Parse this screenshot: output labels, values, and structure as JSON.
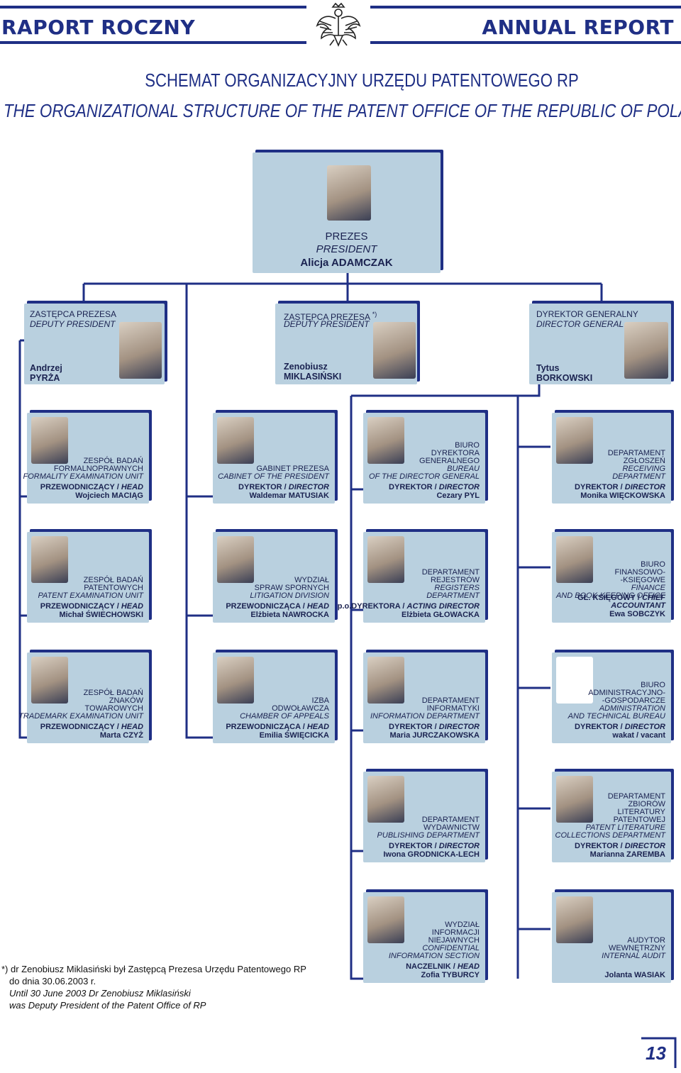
{
  "header": {
    "left": "RAPORT ROCZNY",
    "right": "ANNUAL REPORT",
    "emblem": "white-eagle-emblem"
  },
  "title_pl": "SCHEMAT  ORGANIZACYJNY  URZĘDU  PATENTOWEGO RP",
  "title_en": "THE  ORGANIZATIONAL  STRUCTURE  OF  THE   PATENT  OFFICE  OF  THE  REPUBLIC  OF  POLAND",
  "colors": {
    "accent": "#1f2f85",
    "box": "#b9d0df"
  },
  "president": {
    "role_pl": "PREZES",
    "role_en": "PRESIDENT",
    "name": "Alicja ADAMCZAK"
  },
  "deputies": [
    {
      "role_pl": "ZASTĘPCA PREZESA",
      "role_en": "DEPUTY PRESIDENT",
      "first": "Andrzej",
      "last": "PYRŻA",
      "mark": ""
    },
    {
      "role_pl": "ZASTĘPCA PREZESA",
      "role_en": "DEPUTY PRESIDENT",
      "first": "Zenobiusz",
      "last": "MIKLASIŃSKI",
      "mark": "*)"
    },
    {
      "role_pl": "DYREKTOR GENERALNY",
      "role_en": "DIRECTOR GENERAL",
      "first": "Tytus",
      "last": "BORKOWSKI",
      "mark": ""
    }
  ],
  "units": [
    {
      "pl": [
        "ZESPÓŁ BADAŃ",
        "FORMALNOPRAWNYCH"
      ],
      "en": [
        "FORMALITY EXAMINATION UNIT"
      ],
      "title_pl": "PRZEWODNICZĄCY",
      "title_en": "HEAD",
      "name": "Wojciech MACIĄG"
    },
    {
      "pl": [
        "GABINET PREZESA"
      ],
      "en": [
        "CABINET OF THE PRESIDENT"
      ],
      "title_pl": "DYREKTOR",
      "title_en": "DIRECTOR",
      "name": "Waldemar MATUSIAK"
    },
    {
      "pl": [
        "BIURO",
        "DYREKTORA",
        "GENERALNEGO"
      ],
      "en": [
        "BUREAU",
        "OF THE DIRECTOR GENERAL"
      ],
      "title_pl": "DYREKTOR",
      "title_en": "DIRECTOR",
      "name": "Cezary PYL"
    },
    {
      "pl": [
        "DEPARTAMENT",
        "ZGŁOSZEŃ"
      ],
      "en": [
        "RECEIVING",
        "DEPARTMENT"
      ],
      "title_pl": "DYREKTOR",
      "title_en": "DIRECTOR",
      "name": "Monika WIĘCKOWSKA"
    },
    {
      "pl": [
        "ZESPÓŁ BADAŃ",
        "PATENTOWYCH"
      ],
      "en": [
        "PATENT EXAMINATION UNIT"
      ],
      "title_pl": "PRZEWODNICZĄCY",
      "title_en": "HEAD",
      "name": "Michał ŚWIECHOWSKI"
    },
    {
      "pl": [
        "WYDZIAŁ",
        "SPRAW SPORNYCH"
      ],
      "en": [
        "LITIGATION DIVISION"
      ],
      "title_pl": "PRZEWODNICZĄCA",
      "title_en": "HEAD",
      "name": "Elżbieta NAWROCKA"
    },
    {
      "pl": [
        "DEPARTAMENT",
        "REJESTRÓW"
      ],
      "en": [
        "REGISTERS",
        "DEPARTMENT"
      ],
      "title_pl": "p.o.DYREKTORA",
      "title_en": "ACTING DIRECTOR",
      "name": "Elżbieta GŁOWACKA"
    },
    {
      "pl": [
        "BIURO",
        "FINANSOWO-",
        "-KSIĘGOWE"
      ],
      "en": [
        "FINANCE",
        "AND BOOK-KEEPING OFFICE"
      ],
      "title_pl": "GŁ. KSIĘGOWY",
      "title_en": "CHIEF ACCOUNTANT",
      "name": "Ewa SOBCZYK"
    },
    {
      "pl": [
        "ZESPÓŁ BADAŃ",
        "ZNAKÓW",
        "TOWAROWYCH"
      ],
      "en": [
        "TRADEMARK EXAMINATION UNIT"
      ],
      "title_pl": "PRZEWODNICZĄCY",
      "title_en": "HEAD",
      "name": "Marta CZYŻ"
    },
    {
      "pl": [
        "IZBA",
        "ODWOŁAWCZA"
      ],
      "en": [
        "CHAMBER OF APPEALS"
      ],
      "title_pl": "PRZEWODNICZĄCA",
      "title_en": "HEAD",
      "name": "Emilia ŚWIĘCICKA"
    },
    {
      "pl": [
        "DEPARTAMENT",
        "INFORMATYKI"
      ],
      "en": [
        "INFORMATION DEPARTMENT"
      ],
      "title_pl": "DYREKTOR",
      "title_en": "DIRECTOR",
      "name": "Maria JURCZAKOWSKA"
    },
    {
      "pl": [
        "BIURO",
        "ADMINISTRACYJNO-",
        "-GOSPODARCZE"
      ],
      "en": [
        "ADMINISTRATION",
        "AND TECHNICAL BUREAU"
      ],
      "title_pl": "DYREKTOR",
      "title_en": "DIRECTOR",
      "name": "wakat / vacant"
    },
    {
      "pl": [
        "DEPARTAMENT",
        "WYDAWNICTW"
      ],
      "en": [
        "PUBLISHING DEPARTMENT"
      ],
      "title_pl": "DYREKTOR",
      "title_en": "DIRECTOR",
      "name": "Iwona GRODNICKA-LECH"
    },
    {
      "pl": [
        "DEPARTAMENT",
        "ZBIORÓW",
        "LITERATURY",
        "PATENTOWEJ"
      ],
      "en": [
        "PATENT LITERATURE",
        "COLLECTIONS DEPARTMENT"
      ],
      "title_pl": "DYREKTOR",
      "title_en": "DIRECTOR",
      "name": "Marianna ZAREMBA"
    },
    {
      "pl": [
        "WYDZIAŁ",
        "INFORMACJI",
        "NIEJAWNYCH"
      ],
      "en": [
        "CONFIDENTIAL",
        "INFORMATION SECTION"
      ],
      "title_pl": "NACZELNIK",
      "title_en": "HEAD",
      "name": "Zofia TYBURCY"
    },
    {
      "pl": [
        "AUDYTOR",
        "WEWNĘTRZNY"
      ],
      "en": [
        "INTERNAL AUDIT"
      ],
      "title_pl": "",
      "title_en": "",
      "name": "Jolanta WASIAK"
    }
  ],
  "footnote": {
    "line1": "*) dr Zenobiusz Miklasiński był Zastępcą Prezesa Urzędu Patentowego RP",
    "line2": "do dnia 30.06.2003 r.",
    "line3": "Until 30 June 2003 Dr Zenobiusz Miklasiński",
    "line4": "was Deputy President of the Patent Office of RP"
  },
  "page_number": "13"
}
